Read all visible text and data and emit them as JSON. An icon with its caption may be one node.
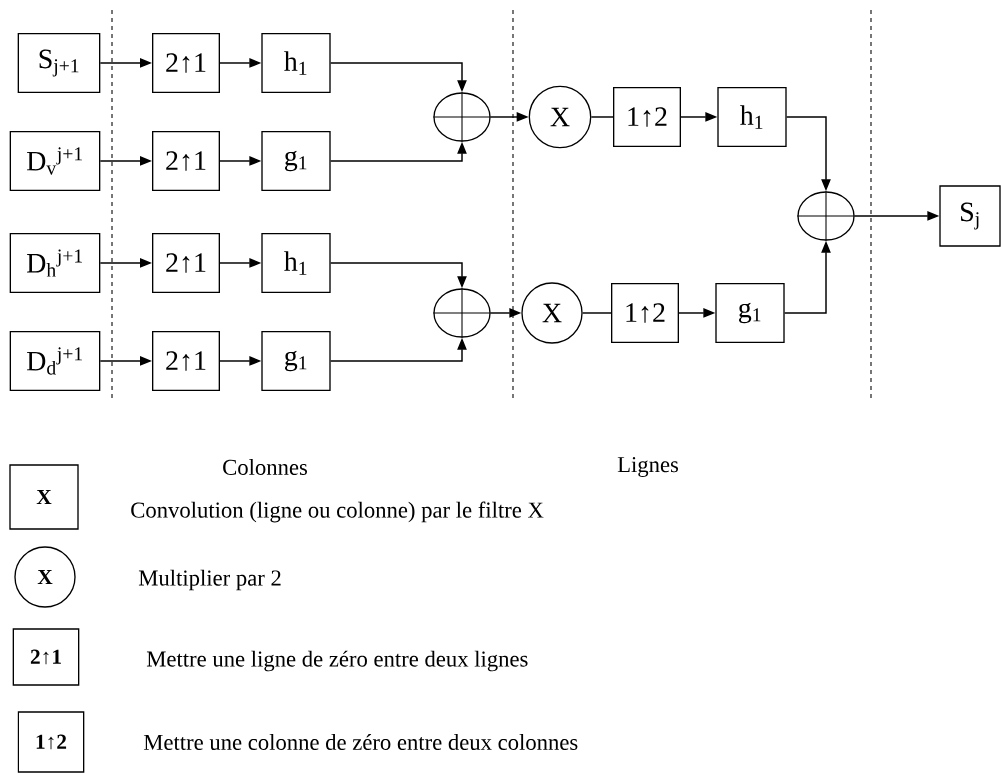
{
  "diagram": {
    "nodes": [
      {
        "text": [
          "S$_{j+1}$"
        ]
      },
      {
        "text": [
          "D$_{v}$$^{j+1}$"
        ]
      },
      {
        "text": [
          "D$_{h}$$^{j+1}$"
        ]
      },
      {
        "text": [
          "D$_{d}$$^{j+1}$"
        ]
      },
      {
        "text": [
          "2↑1"
        ]
      },
      {
        "text": [
          "2↑1"
        ]
      },
      {
        "text": [
          "2↑1"
        ]
      },
      {
        "text": [
          "2↑1"
        ]
      },
      {
        "text": [
          "h$_{1}$"
        ]
      },
      {
        "text": [
          "g$_{1}$"
        ]
      },
      {
        "text": [
          "h$_{1}$"
        ]
      },
      {
        "text": [
          "g$_{1}$"
        ]
      },
      {
        "text": [],
        "shape": "circle"
      },
      {
        "text": [],
        "shape": "circle"
      },
      {
        "text": [
          "X"
        ]
      },
      {
        "text": [
          "X"
        ]
      },
      {
        "text": [
          "1↑2"
        ]
      },
      {
        "text": [
          "1↑2"
        ]
      },
      {
        "text": [
          "h$_{1}$"
        ]
      },
      {
        "text": [
          "g$_{1}$"
        ]
      },
      {
        "text": [],
        "shape": "circle"
      },
      {
        "text": [
          "S$_{j}$"
        ]
      },
      {
        "text": [
          "X"
        ],
        "beside": [
          "Convolution (ligne ou colonne) par le filtre X"
        ]
      },
      {
        "text": [
          "X"
        ],
        "beside": [
          "Multiplier par 2"
        ]
      },
      {
        "text": [
          "2↑1"
        ],
        "beside": [
          "Mettre une ligne de zéro entre deux lignes"
        ]
      },
      {
        "text": [
          "1↑2"
        ],
        "beside": [
          "Mettre une colonne de zéro entre deux colonnes"
        ]
      }
    ],
    "edges": [
      {
        "from": 0,
        "to": 4,
        "arrow": "to"
      },
      {
        "from": 1,
        "to": 5,
        "arrow": "to"
      },
      {
        "from": 2,
        "to": 6,
        "arrow": "to"
      },
      {
        "from": 3,
        "to": 7,
        "arrow": "to"
      },
      {
        "from": 4,
        "to": 8,
        "arrow": "to"
      },
      {
        "from": 5,
        "to": 9,
        "arrow": "to"
      },
      {
        "from": 6,
        "to": 10,
        "arrow": "to"
      },
      {
        "from": 7,
        "to": 11,
        "arrow": "to"
      },
      {
        "from": 8,
        "to": 12,
        "arrow": "to"
      },
      {
        "from": 9,
        "to": 12,
        "arrow": "to"
      },
      {
        "from": 10,
        "to": 13,
        "arrow": "to"
      },
      {
        "from": 11,
        "to": 13,
        "arrow": "to"
      },
      {
        "from": 12,
        "to": 14,
        "arrow": "to"
      },
      {
        "from": 13,
        "to": 15,
        "arrow": "to"
      },
      {
        "from": 14,
        "to": 16,
        "arrow": "none"
      },
      {
        "from": 15,
        "to": 17,
        "arrow": "none"
      },
      {
        "from": 16,
        "to": 18,
        "arrow": "to"
      },
      {
        "from": 17,
        "to": 19,
        "arrow": "to"
      },
      {
        "from": 18,
        "to": 20,
        "arrow": "to"
      },
      {
        "from": 19,
        "to": 20,
        "arrow": "to"
      },
      {
        "from": 20,
        "to": 21,
        "arrow": "to"
      }
    ],
    "labels": [
      "Colonnes",
      "Lignes"
    ]
  }
}
